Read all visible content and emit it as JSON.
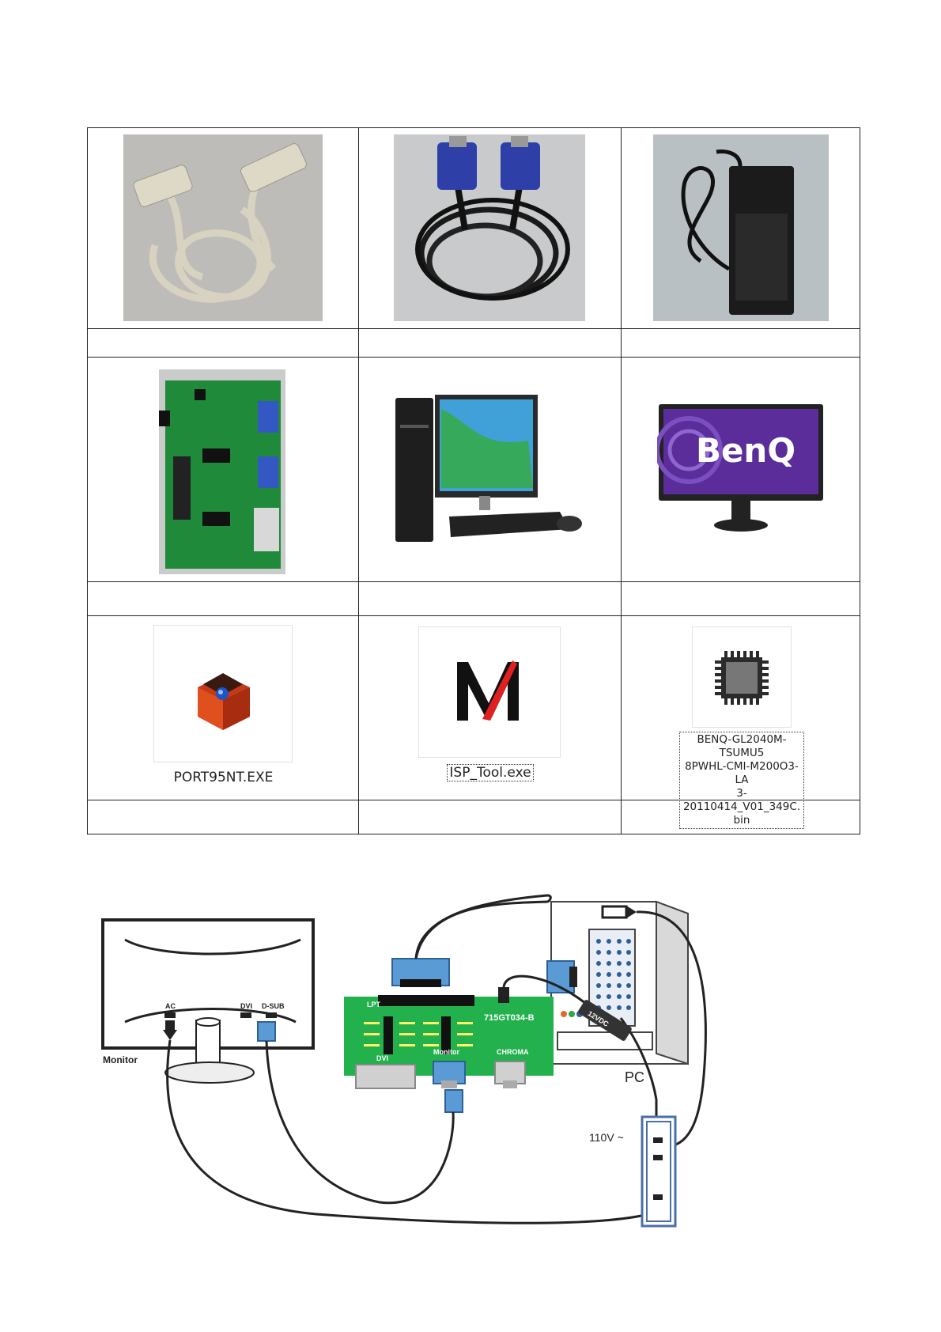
{
  "table": {
    "row1": [
      {
        "name": "parallel-cable-photo"
      },
      {
        "name": "vga-cable-photo"
      },
      {
        "name": "ac-adapter-photo"
      }
    ],
    "row2": [
      {
        "name": "isp-board-photo"
      },
      {
        "name": "pc-photo"
      },
      {
        "name": "monitor-photo",
        "brand": "BenQ"
      }
    ],
    "row3": [
      {
        "label": "PORT95NT.EXE",
        "icon": "port95nt-app-icon"
      },
      {
        "label": "ISP_Tool.exe",
        "icon": "isp-tool-app-icon"
      },
      {
        "label_lines": [
          "BENQ-GL2040M-TSUMU5",
          "8PWHL-CMI-M200O3-LA",
          "3-20110414_V01_349C.",
          "bin"
        ],
        "icon": "chip-file-icon"
      }
    ]
  },
  "diagram": {
    "monitor": {
      "label": "Monitor",
      "ports": [
        "AC",
        "DVI",
        "D-SUB"
      ]
    },
    "pc_label": "PC",
    "board": {
      "label": "715GT034-B",
      "lpt": "LPT",
      "dvi": "DVI",
      "monitor": "Monitor",
      "chroma": "CHROMA"
    },
    "adapter_label": "12VDC",
    "outlet_label": "110V ~"
  },
  "colors": {
    "border": "#222222",
    "board_green": "#22b14c",
    "connector_blue": "#5b9bd5"
  }
}
